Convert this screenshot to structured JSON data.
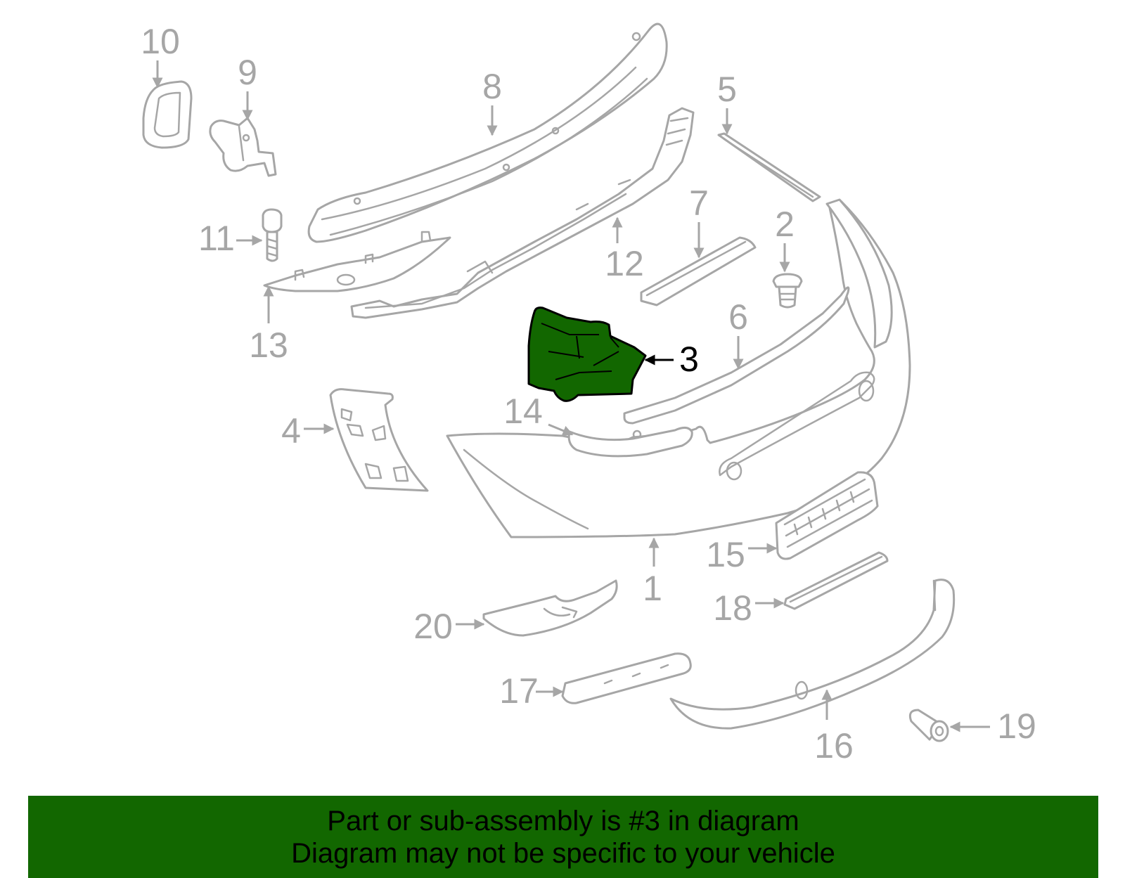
{
  "diagram": {
    "highlight_color": "#126700",
    "outline_color": "#a6a6a6",
    "highlighted_callout": "3",
    "callouts": {
      "c1": "1",
      "c2": "2",
      "c3": "3",
      "c4": "4",
      "c5": "5",
      "c6": "6",
      "c7": "7",
      "c8": "8",
      "c9": "9",
      "c10": "10",
      "c11": "11",
      "c12": "12",
      "c13": "13",
      "c14": "14",
      "c15": "15",
      "c16": "16",
      "c17": "17",
      "c18": "18",
      "c19": "19",
      "c20": "20"
    }
  },
  "banner": {
    "line1": "Part or sub-assembly is #3 in diagram",
    "line2": "Diagram may not be specific to your vehicle",
    "background": "#126700"
  }
}
